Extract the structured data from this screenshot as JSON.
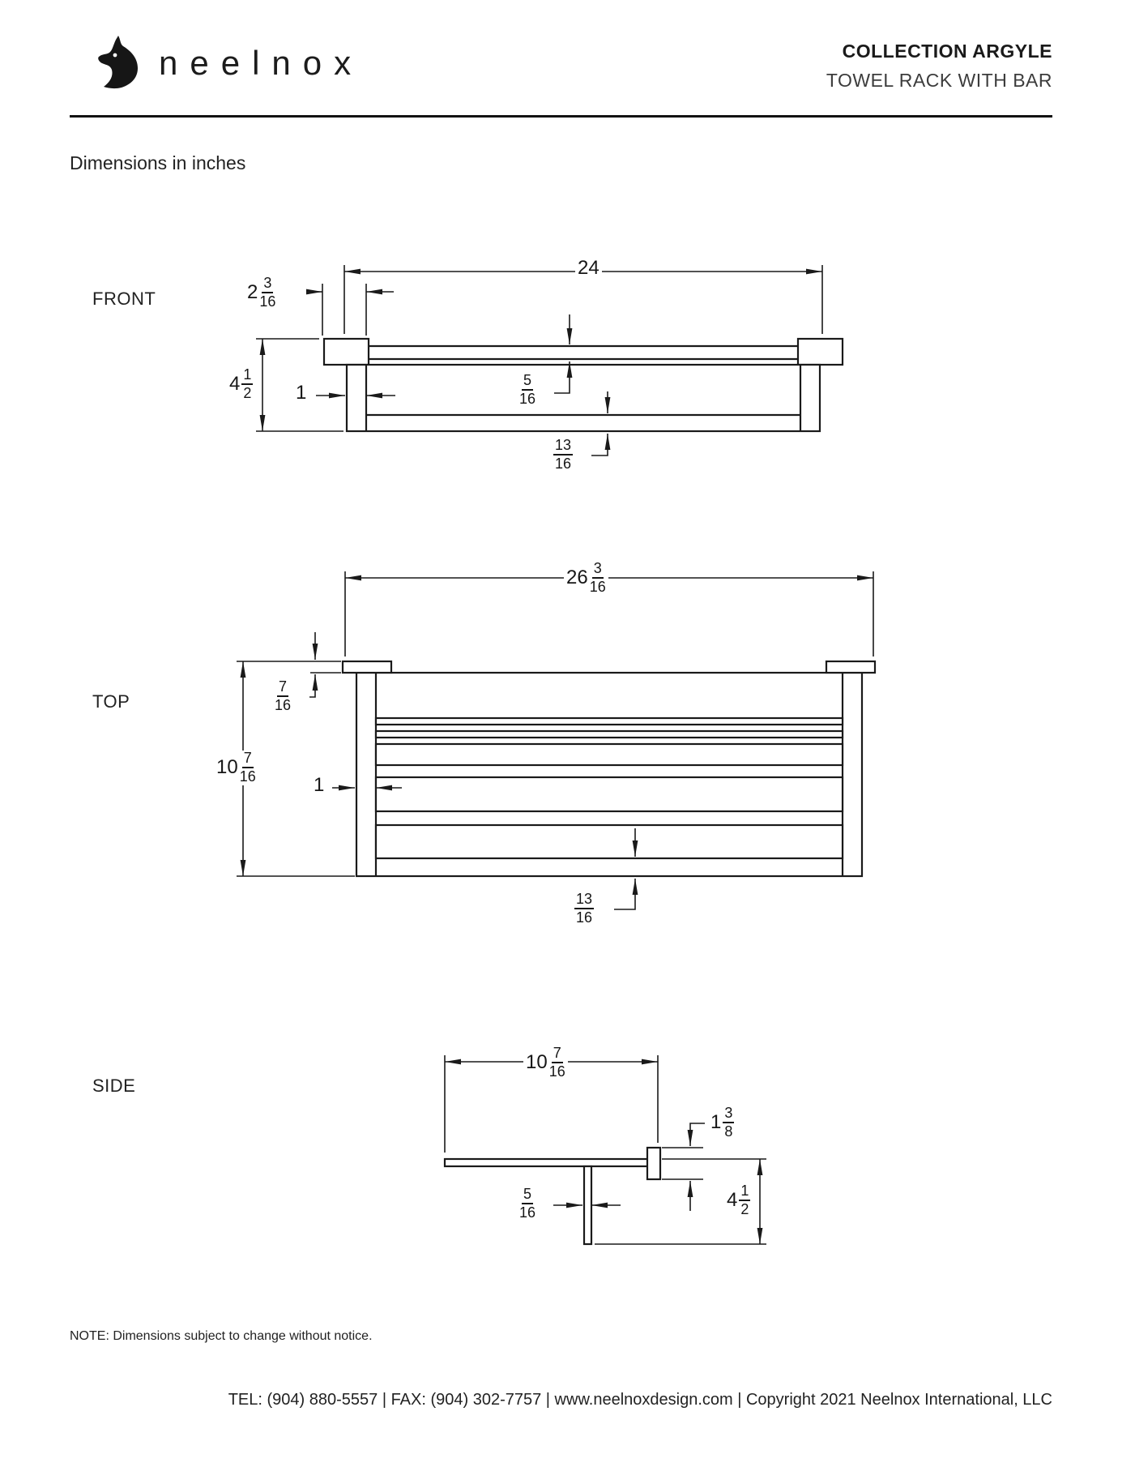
{
  "header": {
    "brand": "neelnox",
    "logo_icon": "horse-head-icon",
    "collection": "COLLECTION ARGYLE",
    "product": "TOWEL RACK WITH BAR"
  },
  "page": {
    "units_note": "Dimensions in inches",
    "footnote": "NOTE: Dimensions subject to change without notice.",
    "footer": "TEL: (904) 880-5557 | FAX: (904) 302-7757 | www.neelnoxdesign.com | Copyright 2021 Neelnox International, LLC"
  },
  "views": {
    "front": {
      "label": "FRONT",
      "dims": {
        "overall_width": "24",
        "end_offset": {
          "whole": "2",
          "num": "3",
          "den": "16"
        },
        "overall_height": {
          "whole": "4",
          "num": "1",
          "den": "2"
        },
        "post_width": "1",
        "shelf_thickness": {
          "num": "5",
          "den": "16"
        },
        "bar_thickness": {
          "num": "13",
          "den": "16"
        }
      }
    },
    "top": {
      "label": "TOP",
      "dims": {
        "overall_width": {
          "whole": "26",
          "num": "3",
          "den": "16"
        },
        "plate_thickness": {
          "num": "7",
          "den": "16"
        },
        "overall_depth": {
          "whole": "10",
          "num": "7",
          "den": "16"
        },
        "rail_width": "1",
        "bar_offset": {
          "num": "13",
          "den": "16"
        }
      }
    },
    "side": {
      "label": "SIDE",
      "dims": {
        "overall_depth": {
          "whole": "10",
          "num": "7",
          "den": "16"
        },
        "plate_height": {
          "whole": "1",
          "num": "3",
          "den": "8"
        },
        "bar_thickness": {
          "num": "5",
          "den": "16"
        },
        "drop_height": {
          "whole": "4",
          "num": "1",
          "den": "2"
        }
      }
    }
  }
}
